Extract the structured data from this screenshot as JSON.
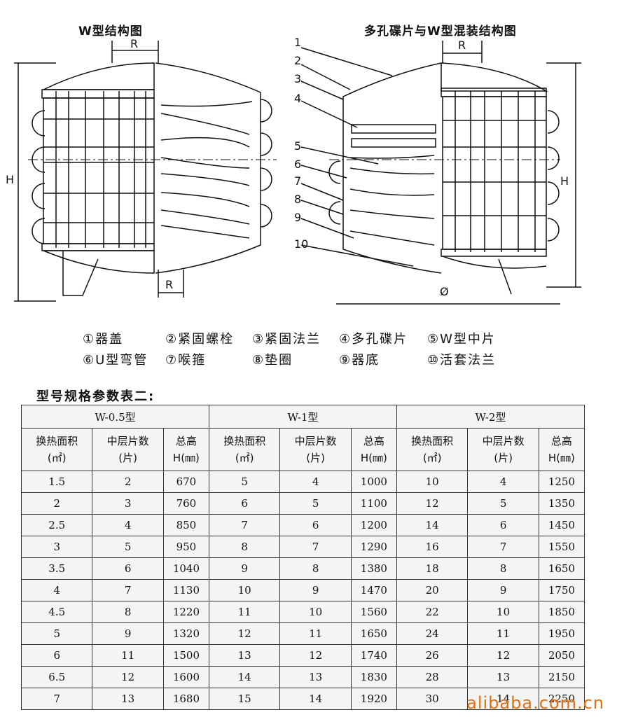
{
  "drawings": {
    "left_title": "W型结构图",
    "right_title": "多孔碟片与W型混装结构图",
    "dim_R": "R",
    "dim_H": "H",
    "dim_phi": "Ø",
    "part_numbers": [
      "1",
      "2",
      "3",
      "4",
      "5",
      "6",
      "7",
      "8",
      "9",
      "10"
    ]
  },
  "legend": [
    [
      "①器盖",
      "②紧固螺栓",
      "③紧固法兰",
      "④多孔碟片",
      "⑤W型中片"
    ],
    [
      "⑥U型弯管",
      "⑦喉箍",
      "⑧垫圈",
      "⑨器底",
      "⑩活套法兰"
    ]
  ],
  "table": {
    "title": "型号规格参数表二:",
    "groups": [
      "W-0.5型",
      "W-1型",
      "W-2型"
    ],
    "subheaders": [
      {
        "line1": "换热面积",
        "line2": "(㎡)"
      },
      {
        "line1": "中层片数",
        "line2": "(片)"
      },
      {
        "line1": "总高",
        "line2": "H(㎜)"
      }
    ],
    "rows": [
      [
        "1.5",
        "2",
        "670",
        "5",
        "4",
        "1000",
        "10",
        "4",
        "1250"
      ],
      [
        "2",
        "3",
        "760",
        "6",
        "5",
        "1100",
        "12",
        "5",
        "1350"
      ],
      [
        "2.5",
        "4",
        "850",
        "7",
        "6",
        "1200",
        "14",
        "6",
        "1450"
      ],
      [
        "3",
        "5",
        "950",
        "8",
        "7",
        "1290",
        "16",
        "7",
        "1550"
      ],
      [
        "3.5",
        "6",
        "1040",
        "9",
        "8",
        "1380",
        "18",
        "8",
        "1650"
      ],
      [
        "4",
        "7",
        "1130",
        "10",
        "9",
        "1470",
        "20",
        "9",
        "1750"
      ],
      [
        "4.5",
        "8",
        "1220",
        "11",
        "10",
        "1560",
        "22",
        "10",
        "1850"
      ],
      [
        "5",
        "9",
        "1320",
        "12",
        "11",
        "1650",
        "24",
        "11",
        "1950"
      ],
      [
        "6",
        "11",
        "1500",
        "13",
        "12",
        "1740",
        "26",
        "12",
        "2050"
      ],
      [
        "6.5",
        "12",
        "1600",
        "14",
        "13",
        "1830",
        "28",
        "13",
        "2150"
      ],
      [
        "7",
        "13",
        "1680",
        "15",
        "14",
        "1920",
        "30",
        "14",
        "2250"
      ]
    ]
  },
  "watermark": "alibaba.com.cn"
}
